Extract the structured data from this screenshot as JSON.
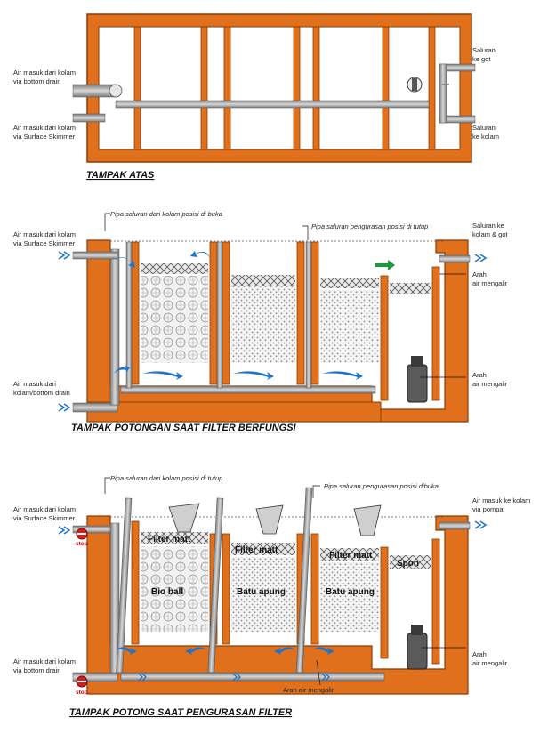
{
  "colors": {
    "tank_wall": "#e0701c",
    "tank_wall_dark": "#b85510",
    "pipe": "#a9a9a9",
    "pipe_dark": "#6e6e6e",
    "water_arrow": "#1e73c7",
    "stop_red": "#d21e1e",
    "pump_green": "#1a9a3a"
  },
  "top_view": {
    "title": "TAMPAK ATAS",
    "label_bottom_drain": [
      "Air masuk dari kolam",
      "via bottom drain"
    ],
    "label_surface_skimmer": [
      "Air masuk dari kolam",
      "via Surface Skimmer"
    ],
    "label_to_drain": [
      "Saluran",
      "ke got"
    ],
    "label_to_pond": [
      "Saluran",
      "ke kolam"
    ]
  },
  "section_normal": {
    "title": "TAMPAK POTONGAN SAAT FILTER BERFUNGSI",
    "label_pipe_open": "Pipa saluran dari kolam posisi di buka",
    "label_drain_closed": "Pipa saluran pengurasan posisi di tutup",
    "label_surface_skimmer": [
      "Air masuk dari kolam",
      "via Surface Skimmer"
    ],
    "label_bottom_drain": [
      "Air masuk dari",
      "kolam/bottom drain"
    ],
    "label_outlet": [
      "Saluran ke",
      "kolam & got"
    ],
    "label_flow_1": [
      "Arah",
      "air mengalir"
    ],
    "label_flow_2": [
      "Arah",
      "air mengalir"
    ]
  },
  "section_cleaning": {
    "title": "TAMPAK POTONG SAAT PENGURASAN FILTER",
    "label_pipe_closed": "Pipa saluran dari kolam posisi di tutup",
    "label_drain_open": "Pipa saluran pengurasan posisi dibuka",
    "label_surface_skimmer": [
      "Air masuk dari kolam",
      "via Surface Skimmer"
    ],
    "label_bottom_drain": [
      "Air masuk dari kolam",
      "via bottom drain"
    ],
    "label_pump_inlet": [
      "Air masuk ke kolam",
      "via pompa"
    ],
    "label_flow_right": [
      "Arah",
      "air mengalir"
    ],
    "label_flow_bottom": "Arah air mengalir",
    "stop_label": "stop",
    "chamber_labels": {
      "filter_matt": "Filter matt",
      "bio_ball": "Bio ball",
      "batu_apung": "Batu apung",
      "spon": "Spon"
    }
  }
}
